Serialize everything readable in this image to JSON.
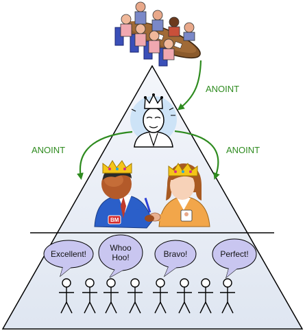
{
  "arrows": {
    "board_to_ceo": "ANOINT",
    "ceo_to_left": "ANOINT",
    "ceo_to_right": "ANOINT"
  },
  "badge": "BM",
  "bubbles": [
    {
      "lines": [
        "Excellent!"
      ]
    },
    {
      "lines": [
        "Whoo",
        "Hoo!"
      ]
    },
    {
      "lines": [
        "Bravo!"
      ]
    },
    {
      "lines": [
        "Perfect!"
      ]
    }
  ],
  "colors": {
    "arrow": "#2e8b1f",
    "pyramid_fill": "#e9eef6",
    "pyramid_stroke": "#000000",
    "bubble_fill": "#c9c6f0",
    "crown": "#f5c518",
    "table": "#8b5a2b"
  },
  "workers_count": 8
}
